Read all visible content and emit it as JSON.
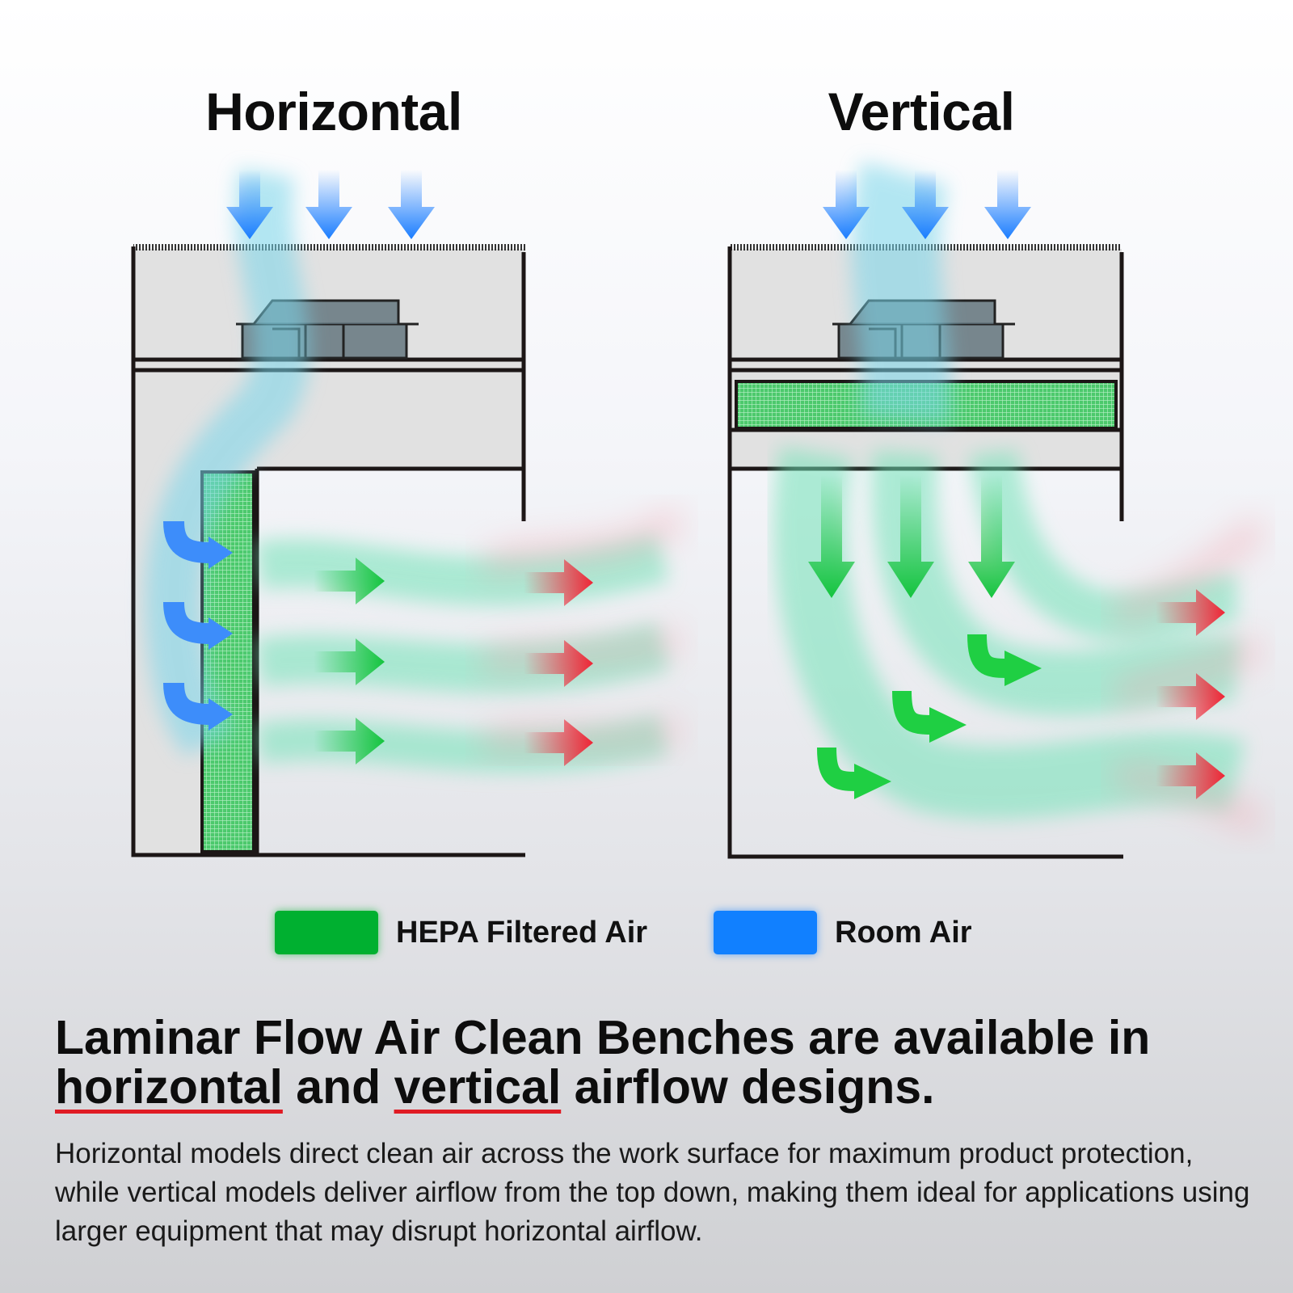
{
  "diagram": {
    "horizontal_title": "Horizontal",
    "vertical_title": "Vertical"
  },
  "legend": {
    "hepa_label": "HEPA Filtered Air",
    "room_label": "Room Air",
    "hepa_color": "#00b030",
    "room_color": "#1180ff",
    "exhaust_color": "#ef3a4a"
  },
  "headline": {
    "part1": "Laminar Flow Air Clean Benches are available in ",
    "horizontal_word": "horizontal",
    "part2": " and ",
    "vertical_word": "vertical",
    "part3": " airflow designs."
  },
  "body": "Horizontal models direct clean air across the work surface for maximum product protection, while vertical models deliver airflow from the top down, making them ideal for applications using larger equipment that may disrupt horizontal airflow."
}
